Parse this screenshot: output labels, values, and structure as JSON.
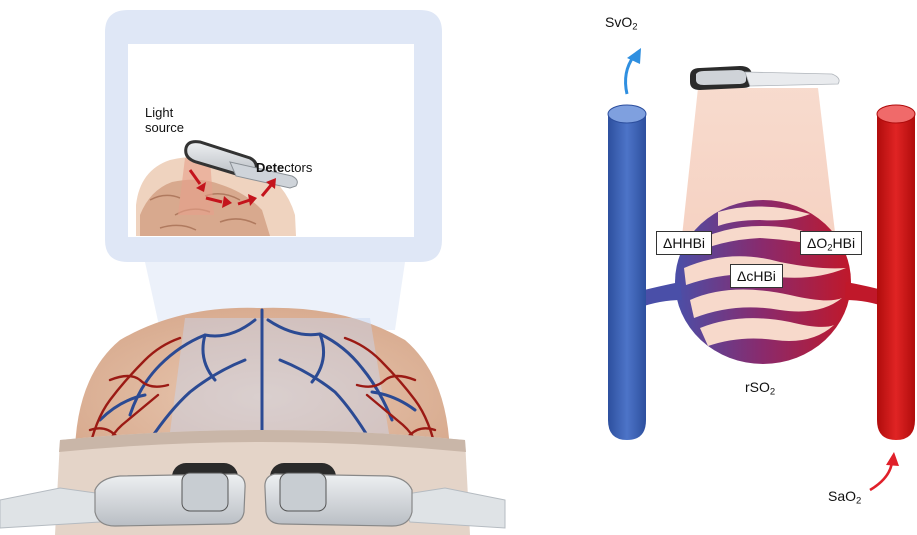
{
  "left_panel": {
    "light_source_line1": "Light",
    "light_source_line2": "source",
    "detectors_bold": "Dete",
    "detectors_rest": "ctors"
  },
  "right_panel": {
    "svo2_base": "SvO",
    "svo2_sub": "2",
    "sao2_base": "SaO",
    "sao2_sub": "2",
    "rso2_base": "rSO",
    "rso2_sub": "2",
    "hhbi": "ΔHHBi",
    "chbi": "ΔcHBi",
    "o2hbi_pre": "ΔO",
    "o2hbi_sub": "2",
    "o2hbi_post": "HBi"
  },
  "colors": {
    "venous_blue": "#3a5fb0",
    "arterial_red": "#cc1111",
    "vessel_mix": "#9a2a60",
    "light_cone": "#f6d3c4",
    "callout_frame": "#dfe7f6",
    "svo2_arrow": "#2f8fe0",
    "sao2_arrow": "#e0202a"
  }
}
